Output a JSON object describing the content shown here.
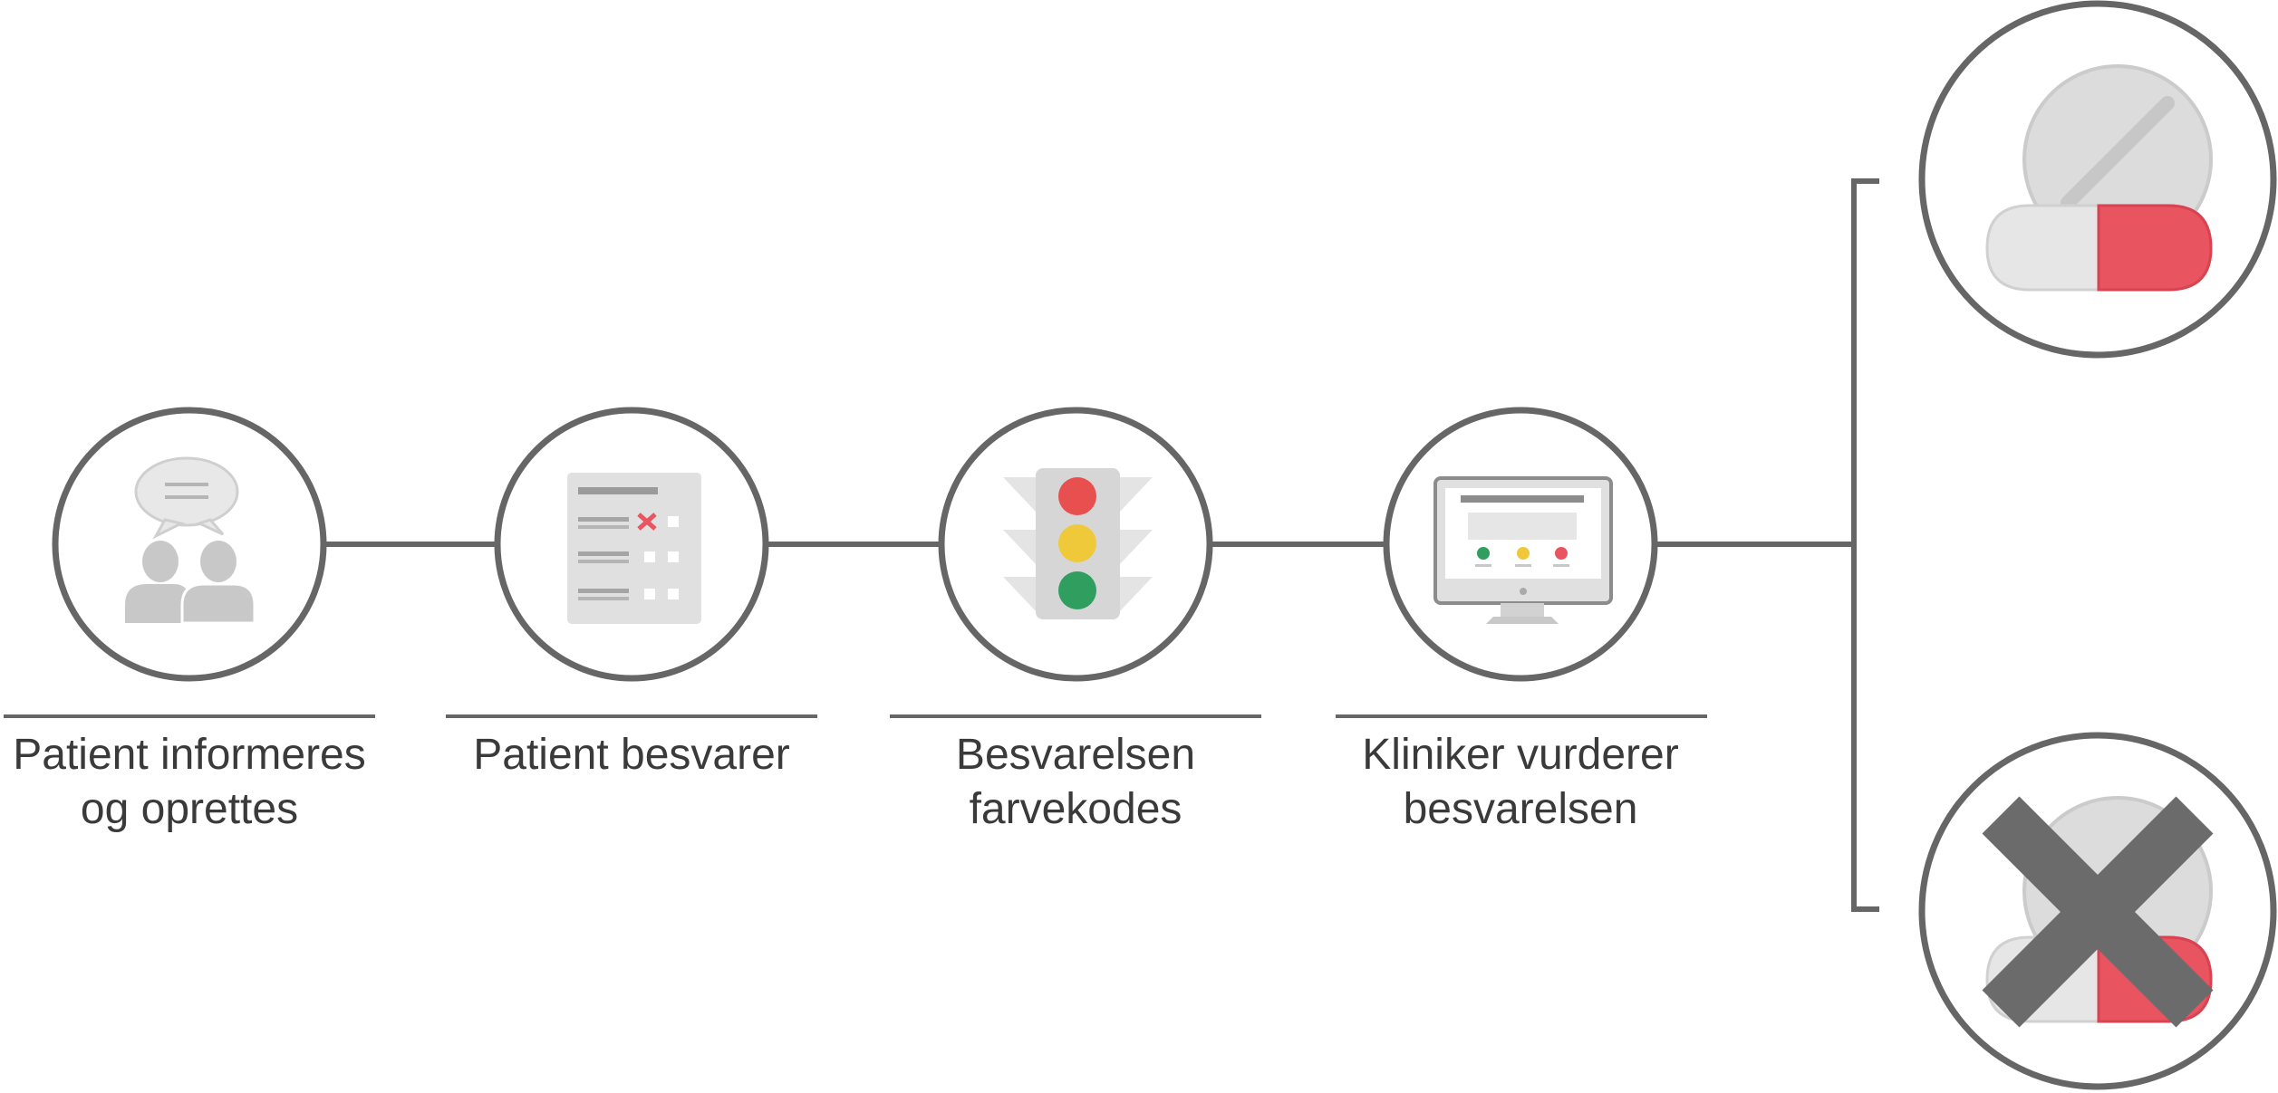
{
  "steps": [
    {
      "label_line1": "Patient informeres",
      "label_line2": "og oprettes",
      "icon": "people-speech-icon"
    },
    {
      "label_line1": "Patient besvarer",
      "label_line2": "",
      "icon": "questionnaire-icon"
    },
    {
      "label_line1": "Besvarelsen",
      "label_line2": "farvekodes",
      "icon": "traffic-light-icon"
    },
    {
      "label_line1": "Kliniker vurderer",
      "label_line2": "besvarelsen",
      "icon": "monitor-icon"
    }
  ],
  "outcomes": [
    {
      "icon": "medication-icon"
    },
    {
      "icon": "no-medication-icon"
    }
  ],
  "colors": {
    "stroke": "#666666",
    "icon_gray": "#c8c8c8",
    "icon_light": "#e2e2e2",
    "red": "#e85561",
    "yellow": "#f0c93a",
    "green": "#2f9e5f"
  }
}
